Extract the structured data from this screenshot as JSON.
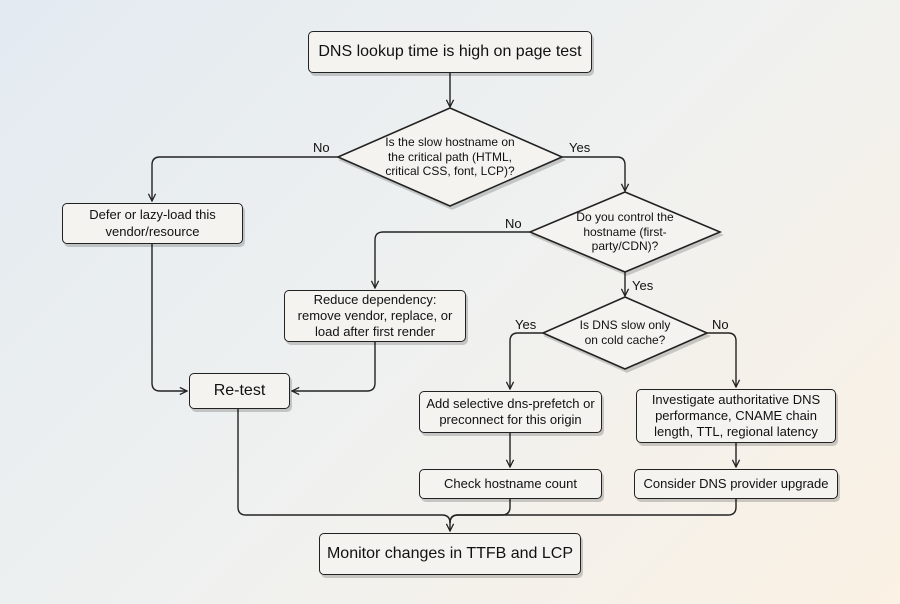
{
  "nodes": {
    "start": "DNS lookup time is high on page test",
    "defer": "Defer or lazy-load this vendor/resource",
    "reduce": "Reduce dependency: remove vendor, replace, or load after first render",
    "retest": "Re-test",
    "prefetch": "Add selective dns-prefetch or preconnect for this origin",
    "hostcount": "Check hostname count",
    "investigate": "Investigate authoritative DNS performance, CNAME chain length, TTL, regional latency",
    "provider": "Consider DNS provider upgrade",
    "monitor": "Monitor changes in TTFB and LCP"
  },
  "decisions": {
    "critical": "Is the slow hostname on the critical path (HTML, critical CSS, font, LCP)?",
    "control": "Do you control the hostname (first-party/CDN)?",
    "cold": "Is DNS slow only on cold cache?"
  },
  "edge_labels": {
    "critical_no": "No",
    "critical_yes": "Yes",
    "control_no": "No",
    "control_yes": "Yes",
    "cold_yes": "Yes",
    "cold_no": "No"
  }
}
